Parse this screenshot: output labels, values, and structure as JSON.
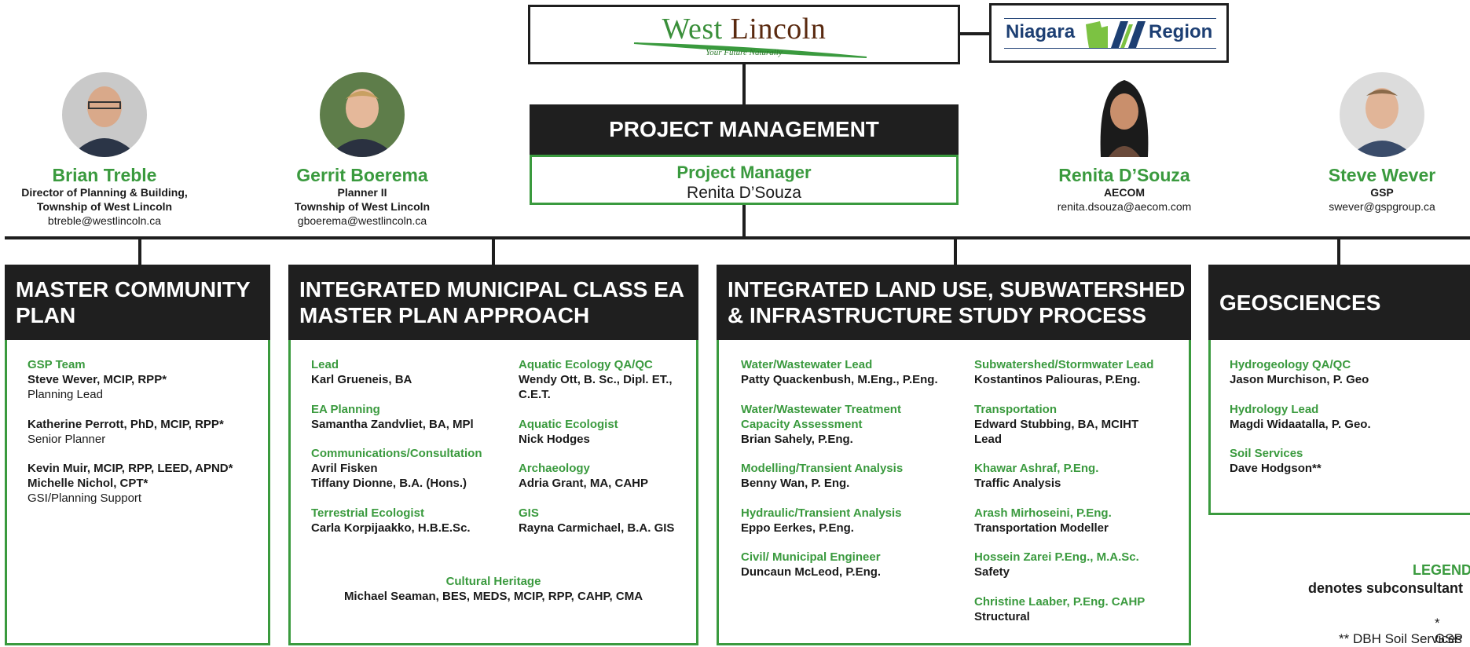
{
  "logos": {
    "west_lincoln": {
      "name_a": "West",
      "name_b": "Lincoln",
      "tagline": "Your Future Naturally"
    },
    "niagara": {
      "left": "Niagara",
      "right": "Region"
    }
  },
  "people": [
    {
      "name": "Brian Treble",
      "role1": "Director of Planning & Building,",
      "role2": "Township of West Lincoln",
      "email": "btreble@westlincoln.ca"
    },
    {
      "name": "Gerrit Boerema",
      "role1": "Planner II",
      "role2": "Township of West Lincoln",
      "email": "gboerema@westlincoln.ca"
    },
    {
      "name": "Renita D’Souza",
      "role1": "AECOM",
      "role2": "",
      "email": "renita.dsouza@aecom.com"
    },
    {
      "name": "Steve Wever",
      "role1": "GSP",
      "role2": "",
      "email": "swever@gspgroup.ca"
    }
  ],
  "project_management": {
    "header": "PROJECT MANAGEMENT",
    "title": "Project Manager",
    "name": "Renita D’Souza"
  },
  "panels": {
    "mcp": {
      "title1": "MASTER COMMUNITY",
      "title2": "PLAN",
      "entries": [
        {
          "role": "GSP Team",
          "name": "Steve Wever, MCIP, RPP*",
          "sub": "Planning Lead"
        },
        {
          "name": "Katherine Perrott, PhD, MCIP, RPP*",
          "sub": "Senior Planner"
        },
        {
          "name": "Kevin Muir, MCIP, RPP, LEED, APND*",
          "name2": "Michelle Nichol, CPT*",
          "sub": "GSI/Planning Support"
        }
      ]
    },
    "ea": {
      "title1": "INTEGRATED MUNICIPAL CLASS EA",
      "title2": "MASTER PLAN APPROACH",
      "left": [
        {
          "role": "Lead",
          "name": "Karl Grueneis,  BA"
        },
        {
          "role": "EA Planning",
          "name": "Samantha Zandvliet, BA, MPl"
        },
        {
          "role": "Communications/Consultation",
          "name": "Avril Fisken",
          "name2": "Tiffany Dionne, B.A. (Hons.)"
        },
        {
          "role": "Terrestrial Ecologist",
          "name": "Carla Korpijaakko, H.B.E.Sc."
        }
      ],
      "right": [
        {
          "role": "Aquatic Ecology QA/QC",
          "name": "Wendy Ott, B. Sc., Dipl. ET.,",
          "name2": "C.E.T."
        },
        {
          "role": "Aquatic Ecologist",
          "name": "Nick Hodges"
        },
        {
          "role": "Archaeology",
          "name": "Adria Grant, MA, CAHP"
        },
        {
          "role": "GIS",
          "name": "Rayna Carmichael, B.A. GIS"
        }
      ],
      "bottom": {
        "role": "Cultural Heritage",
        "name": "Michael Seaman, BES, MEDS, MCIP, RPP, CAHP, CMA"
      }
    },
    "lu": {
      "title1": "INTEGRATED LAND USE, SUBWATERSHED",
      "title2": "& INFRASTRUCTURE STUDY PROCESS",
      "left": [
        {
          "role": "Water/Wastewater  Lead",
          "name": "Patty Quackenbush, M.Eng., P.Eng."
        },
        {
          "role": "Water/Wastewater Treatment",
          "role2": "Capacity Assessment",
          "name": "Brian Sahely, P.Eng."
        },
        {
          "role": "Modelling/Transient Analysis",
          "name": "Benny Wan, P. Eng."
        },
        {
          "role": "Hydraulic/Transient Analysis",
          "name": "Eppo Eerkes, P.Eng."
        },
        {
          "role": "Civil/ Municipal Engineer",
          "name": "Duncaun McLeod, P.Eng."
        }
      ],
      "right": [
        {
          "role": "Subwatershed/Stormwater Lead",
          "name": "Kostantinos Paliouras, P.Eng."
        },
        {
          "role": "Transportation",
          "name": "Edward Stubbing, BA, MCIHT",
          "name2": "Lead"
        },
        {
          "role": "Khawar Ashraf, P.Eng.",
          "name": "Traffic Analysis"
        },
        {
          "role": "Arash Mirhoseini, P.Eng.",
          "name": "Transportation Modeller"
        },
        {
          "role": "Hossein Zarei  P.Eng., M.A.Sc.",
          "name": "Safety"
        },
        {
          "role": "Christine Laaber, P.Eng. CAHP",
          "name": "Structural"
        }
      ]
    },
    "geo": {
      "title1": "GEOSCIENCES",
      "entries": [
        {
          "role": "Hydrogeology QA/QC",
          "name": "Jason Murchison, P. Geo"
        },
        {
          "role": "Hydrology Lead",
          "name": "Magdi Widaatalla, P. Geo."
        },
        {
          "role": "Soil Services",
          "name": "Dave Hodgson**"
        }
      ]
    }
  },
  "legend": {
    "title": "LEGEND",
    "desc": "denotes  subconsultant",
    "item1": "* GSP",
    "item2": "** DBH Soil Services"
  },
  "colors": {
    "accent_green": "#3a9a3e",
    "header_dark": "#1f1f1f",
    "niagara_blue": "#1d3f73",
    "niagara_green": "#7cc242"
  }
}
